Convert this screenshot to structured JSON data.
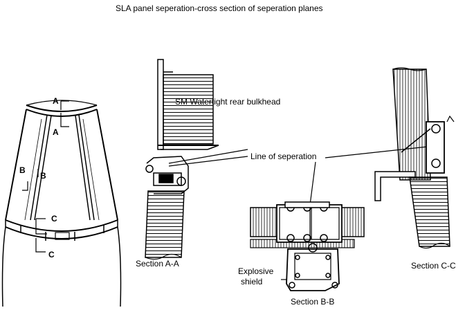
{
  "title": "SLA panel seperation-cross section of seperation planes",
  "labels": {
    "bulkhead": "SM Watertight rear bulkhead",
    "line_of_separation": "Line of seperation",
    "section_aa": "Section A-A",
    "section_bb": "Section B-B",
    "section_cc": "Section C-C",
    "explosive_line1": "Explosive",
    "explosive_line2": "shield"
  },
  "section_markers": {
    "a_top": "A",
    "a_bottom": "A",
    "b_left": "B",
    "b_right": "B",
    "c_top": "C",
    "c_bottom": "C"
  }
}
